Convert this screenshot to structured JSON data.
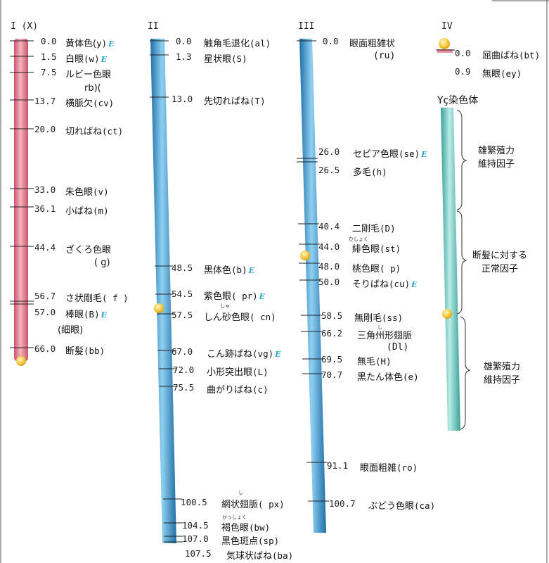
{
  "chromosome_headers": {
    "c1": "I (X)",
    "c2": "II",
    "c3": "III",
    "c4": "IV",
    "y": "Yç染色体"
  },
  "chr1": [
    {
      "pos": "0.0",
      "name": "黄体色(",
      "sym": "y)",
      "e": "E"
    },
    {
      "pos": "1.5",
      "name": "白眼",
      "sym": "(w)",
      "e": "E"
    },
    {
      "pos": "7.5",
      "name": "ルビー色眼",
      "sym": "",
      "e": ""
    },
    {
      "pos": "13.7",
      "name": "横脈欠",
      "sym": "(cv)",
      "e": ""
    },
    {
      "pos": "20.0",
      "name": "切ればね",
      "sym": "(ct)",
      "e": ""
    },
    {
      "pos": "33.0",
      "name": "朱色眼",
      "sym": "(v)",
      "e": ""
    },
    {
      "pos": "36.1",
      "name": "小ばね",
      "sym": "(m)",
      "e": ""
    },
    {
      "pos": "44.4",
      "name": "ざくろ色眼",
      "sym": "",
      "e": ""
    },
    {
      "pos": "56.7",
      "name": "さ状剛毛",
      "sym": "( f )",
      "e": ""
    },
    {
      "pos": "57.0",
      "name": "棒眼",
      "sym": "(B)",
      "e": "E"
    },
    {
      "pos": "66.0",
      "name": "断髪",
      "sym": "(bb)",
      "e": ""
    }
  ],
  "chr1_extra": {
    "rb": "rb)(",
    "g": "( g)",
    "hosome": "(細眼)"
  },
  "chr2": [
    {
      "pos": "0.0",
      "name": "触角毛退化",
      "sym": "(al)",
      "e": ""
    },
    {
      "pos": "1.3",
      "name": "星状眼",
      "sym": "(S)",
      "e": ""
    },
    {
      "pos": "13.0",
      "name": "先切ればね",
      "sym": "(T)",
      "e": ""
    },
    {
      "pos": "48.5",
      "name": "黒体色",
      "sym": "(b)",
      "e": "E"
    },
    {
      "pos": "54.5",
      "name": "紫色眼",
      "sym": "( pr)",
      "e": "E"
    },
    {
      "pos": "57.5",
      "name": "しん砂色眼",
      "sym": "( cn)",
      "e": ""
    },
    {
      "pos": "67.0",
      "name": "こん跡ばね",
      "sym": "(vg)",
      "e": "E"
    },
    {
      "pos": "72.0",
      "name": "小形突出眼",
      "sym": "(L)",
      "e": ""
    },
    {
      "pos": "75.5",
      "name": "曲がりばね",
      "sym": "(c)",
      "e": ""
    },
    {
      "pos": "100.5",
      "name": "網状翅脈",
      "sym": "( px)",
      "e": ""
    },
    {
      "pos": "104.5",
      "name": "褐色眼",
      "sym": "(bw)",
      "e": ""
    },
    {
      "pos": "107.0",
      "name": "黒色斑点",
      "sym": "(sp)",
      "e": ""
    },
    {
      "pos": "107.5",
      "name": "気球状ばね",
      "sym": "(ba)",
      "e": ""
    }
  ],
  "chr3": [
    {
      "pos": "0.0",
      "name": "眼面粗雑状",
      "sym": "",
      "e": ""
    },
    {
      "pos": "26.0",
      "name": "セピア色眼",
      "sym": "(se)",
      "e": "E"
    },
    {
      "pos": "26.5",
      "name": "多毛",
      "sym": "(h)",
      "e": ""
    },
    {
      "pos": "40.4",
      "name": "二剛毛",
      "sym": "(D)",
      "e": ""
    },
    {
      "pos": "44.0",
      "name": "緋色眼",
      "sym": "(st)",
      "e": ""
    },
    {
      "pos": "48.0",
      "name": "桃色眼",
      "sym": "( p)",
      "e": ""
    },
    {
      "pos": "50.0",
      "name": "そりばね",
      "sym": "(cu)",
      "e": "E"
    },
    {
      "pos": "58.5",
      "name": "無剛毛",
      "sym": "(ss)",
      "e": ""
    },
    {
      "pos": "66.2",
      "name": "三角州形翅脈",
      "sym": "",
      "e": ""
    },
    {
      "pos": "69.5",
      "name": "無毛",
      "sym": "(H)",
      "e": ""
    },
    {
      "pos": "70.7",
      "name": "黒たん体色",
      "sym": "(e)",
      "e": ""
    },
    {
      "pos": "91.1",
      "name": "眼面粗雑",
      "sym": "(ro)",
      "e": ""
    },
    {
      "pos": "100.7",
      "name": "ぶどう色眼",
      "sym": "(ca)",
      "e": ""
    }
  ],
  "chr3_extra": {
    "ru": "(ru)",
    "dl": "(Dl)"
  },
  "chr4": [
    {
      "pos": "0.0",
      "name": "屈曲ばね",
      "sym": "(bt)",
      "e": ""
    },
    {
      "pos": "0.9",
      "name": "無眼",
      "sym": "(ey)",
      "e": ""
    }
  ],
  "ruby": {
    "shin": "しゃ",
    "hi": "ひしょく",
    "sankaku": "し",
    "mou": "し",
    "katsu": "かっしょく"
  },
  "y_notes": {
    "upper": [
      "雄繁殖力",
      "維持因子"
    ],
    "middle": [
      "断髪に対する",
      "正常因子"
    ],
    "lower": [
      "雄繁殖力",
      "維持因子"
    ]
  },
  "colors": {
    "chr1": "#ec8f9e",
    "chr2": "#3ba3d8",
    "chr3": "#3ba3d8",
    "y": "#5dccc4",
    "centromere": "#f2c53a",
    "e_mark": "#2aa7c9"
  }
}
